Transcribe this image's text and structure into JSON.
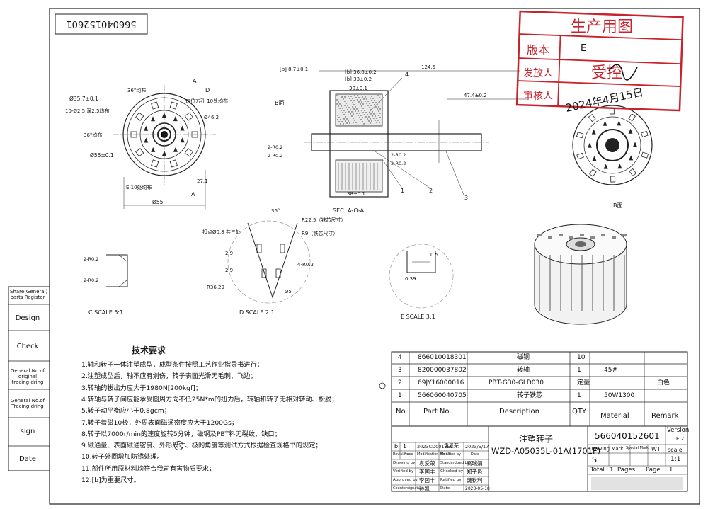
{
  "drawing_number_top": "566040152601",
  "stamp": {
    "title": "生产用图",
    "row1_label": "版本",
    "row1_value": "E",
    "row2_label": "发放人",
    "row2_value": "受控",
    "row3_label": "审核人",
    "row3_value": "2024年4月15日"
  },
  "section_labels": {
    "b_face_left": "B面",
    "b_face_right": "B面",
    "sec_aa": "SEC: A-O-A",
    "c_scale": "C SCALE  5:1",
    "d_scale": "D SCALE  2:1",
    "e_scale": "E SCALE  3:1"
  },
  "dimensions": {
    "d1": "Ø35.7±0.1",
    "d2": "10-Ø2.5 深2.5均布",
    "d3": "36°均布",
    "d4": "定位方孔 10处均布",
    "d5": "Ø46.2",
    "d6": "Ø55±0.1",
    "d7": "E 10处均布",
    "d8": "Ø55",
    "d9": "27.1",
    "d10": "[b] 8.7±0.1",
    "d11": "[b] 36.8±0.2",
    "d12": "[b] 33±0.2",
    "d13": "30±0.1",
    "d14": "124.5",
    "d15": "47.4±0.2",
    "d16": "38±0.1",
    "d17": "2-R0.2",
    "d18": "2-R0.2",
    "d19": "36°",
    "d20": "R22.5（铁芯尺寸）",
    "d21": "扣点Ø0.8 共三处",
    "d22": "R9（铁芯尺寸）",
    "d23": "4-R0.3",
    "d24": "R36.29",
    "d25": "Ø5",
    "d26": "2.9",
    "d27": "2.9",
    "d28": "0.39",
    "d29": "2-R0.2",
    "d30": "2-R0.2",
    "d31": "36°均布",
    "d32": "2-R0.2",
    "d33": "2-R0.2",
    "d34": "0.5"
  },
  "balloons": [
    "1",
    "2",
    "3",
    "4"
  ],
  "requirements": {
    "title": "技术要求",
    "items": [
      "1.轴和转子一体注塑成型，成型条件按照工艺作业指导书进行；",
      "2.注塑成型后，轴不应有划伤，转子表面光滑无毛刺、飞边；",
      "3.转轴的拔出力应大于1980N[200kgf]；",
      "4.转轴与转子间应能承受圆周方向不低25N*m的扭力后，转轴和转子无相对转动、松脱；",
      "5.转子动平衡应小于0.8gcm；",
      "7.转子着磁10极，外周表面磁通密度应大于1200Gs；",
      "8.转子以7000r/min的速度旋转5分钟，磁钢及PBT料无裂纹、缺口；",
      "9.磁通量、表面磁通密度、外形尺寸、极的角度等测试方式根据检查规格书的规定；",
      "10.转子外圈增加防锈处理。",
      "11.部件所用原材料均符合我司有害物质要求；",
      "12.[b]为重要尺寸。"
    ],
    "change_mark": "b"
  },
  "side_panel": {
    "shared": "Share(General) parts Register",
    "design": "Design",
    "check": "Check",
    "general_orig": "General No.of original tracing dring",
    "general_tracing": "General No.of Tracing dring",
    "sign": "sign",
    "date": "Date"
  },
  "bom": {
    "rows": [
      {
        "no": "4",
        "part": "866010018301",
        "desc": "磁钢",
        "qty": "10",
        "material": "",
        "remark": ""
      },
      {
        "no": "3",
        "part": "820000037802",
        "desc": "转轴",
        "qty": "1",
        "material": "45#",
        "remark": ""
      },
      {
        "no": "2",
        "part": "69JY16000016",
        "desc": "PBT-G30-GLD030",
        "qty": "定量",
        "material": "",
        "remark": "白色"
      },
      {
        "no": "1",
        "part": "566060040705",
        "desc": "转子铁芯",
        "qty": "1",
        "material": "50W1300",
        "remark": ""
      }
    ],
    "header": {
      "no": "No.",
      "part": "Part No.",
      "desc": "Description",
      "qty": "QTY",
      "material": "Material",
      "remark": "Remark"
    }
  },
  "title_block": {
    "rev_b": "b",
    "rev_1": "1",
    "change_no": "2023CD001057",
    "changed_by": "袁爱荣",
    "change_date": "2023/5/17",
    "rev_labels": [
      "Revision",
      "Place",
      "Modification file No.",
      "Modified by",
      "Date"
    ],
    "drawn_by_label": "Drawing by",
    "drawn_by": "袁爱荣",
    "verified_label": "Verified by",
    "verified": "李国丰",
    "approved_label": "Approved by",
    "approved": "李国丰",
    "countersign_label": "Countersignature",
    "countersign": "孙凯",
    "standardized_label": "Standardized by",
    "standardized": "高瑞娟",
    "checked_label": "Checked by",
    "checked": "郑子邑",
    "ratified_label": "Ratified by",
    "ratified": "魏钦利",
    "date_label": "Date",
    "date": "2023-05-18",
    "part_name": "注塑转子",
    "model": "WZD-A05035L-01A(1701F)",
    "drawing_no": "566040152601",
    "version_label": "Version",
    "version": "E.2",
    "mark_label": "Drawing Mark",
    "special_label": "Special Mark",
    "weight_label": "WT",
    "scale_label": "scale",
    "mark": "S",
    "scale": "1:1",
    "total_label": "Total",
    "total": "1",
    "pages_label": "Pages",
    "page_label": "Page",
    "page": "1"
  }
}
